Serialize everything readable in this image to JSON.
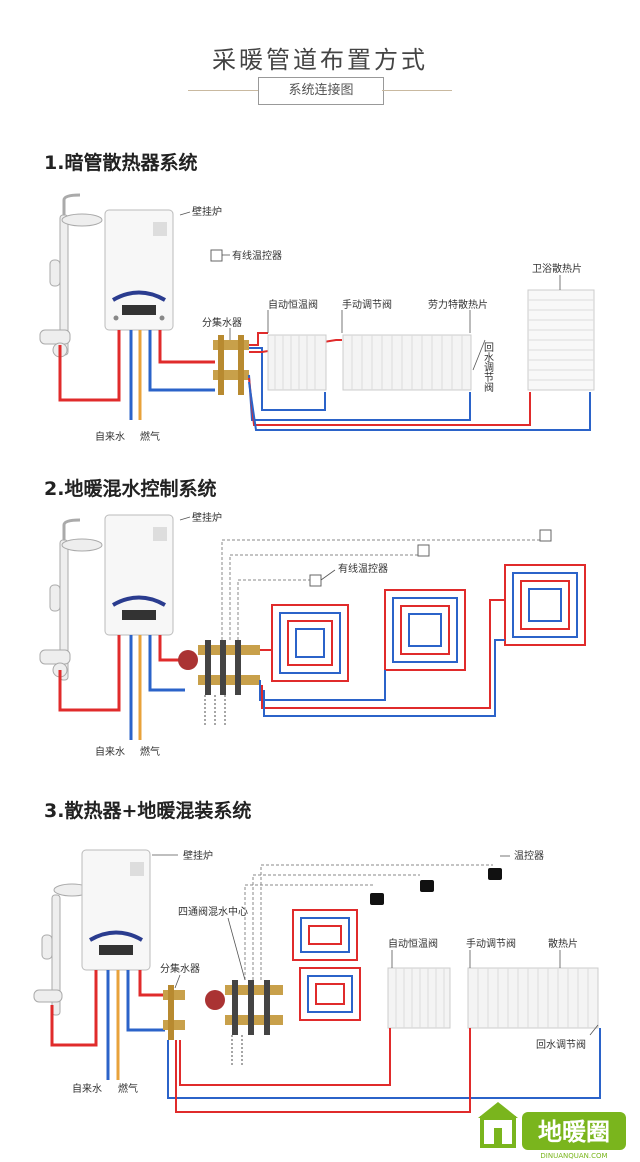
{
  "header": {
    "title": "采暖管道布置方式",
    "subtitle": "系统连接图"
  },
  "sections": [
    {
      "title": "1.暗管散热器系统",
      "labels": {
        "boiler": "壁挂炉",
        "thermostat": "有线温控器",
        "manifold": "分集水器",
        "auto_valve": "自动恒温阀",
        "manual_valve": "手动调节阀",
        "radiator": "劳力特散热片",
        "bath_radiator": "卫浴散热片",
        "return_valve": "回水调节阀",
        "water": "自来水",
        "gas": "燃气"
      }
    },
    {
      "title": "2.地暖混水控制系统",
      "labels": {
        "boiler": "壁挂炉",
        "thermostat": "有线温控器",
        "water": "自来水",
        "gas": "燃气"
      }
    },
    {
      "title": "3.散热器+地暖混装系统",
      "labels": {
        "boiler": "壁挂炉",
        "thermostat": "温控器",
        "mixing_center": "四通阀混水中心",
        "manifold": "分集水器",
        "auto_valve": "自动恒温阀",
        "manual_valve": "手动调节阀",
        "radiator": "散热片",
        "return_valve": "回水调节阀",
        "water": "自来水",
        "gas": "燃气"
      }
    }
  ],
  "logo": {
    "text": "地暖圈",
    "url": "DINUANQUAN.COM"
  },
  "colors": {
    "hot": "#e02b2b",
    "cold": "#2b63c9",
    "gas": "#e8a23a",
    "accent": "#7ab51d"
  }
}
